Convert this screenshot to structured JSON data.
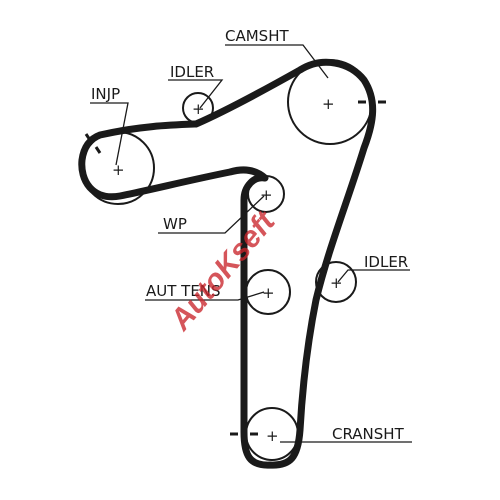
{
  "labels": {
    "camshaft": "CAMSHT",
    "idler_top": "IDLER",
    "injection_pump": "INJP",
    "water_pump": "WP",
    "idler_right": "IDLER",
    "auto_tensioner": "AUT TENS",
    "crankshaft": "CRANSHT"
  },
  "watermark": {
    "text": "AutoKseft",
    "color": "#c9252b"
  },
  "colors": {
    "belt": "#1a1a1a",
    "line": "#1a1a1a"
  }
}
